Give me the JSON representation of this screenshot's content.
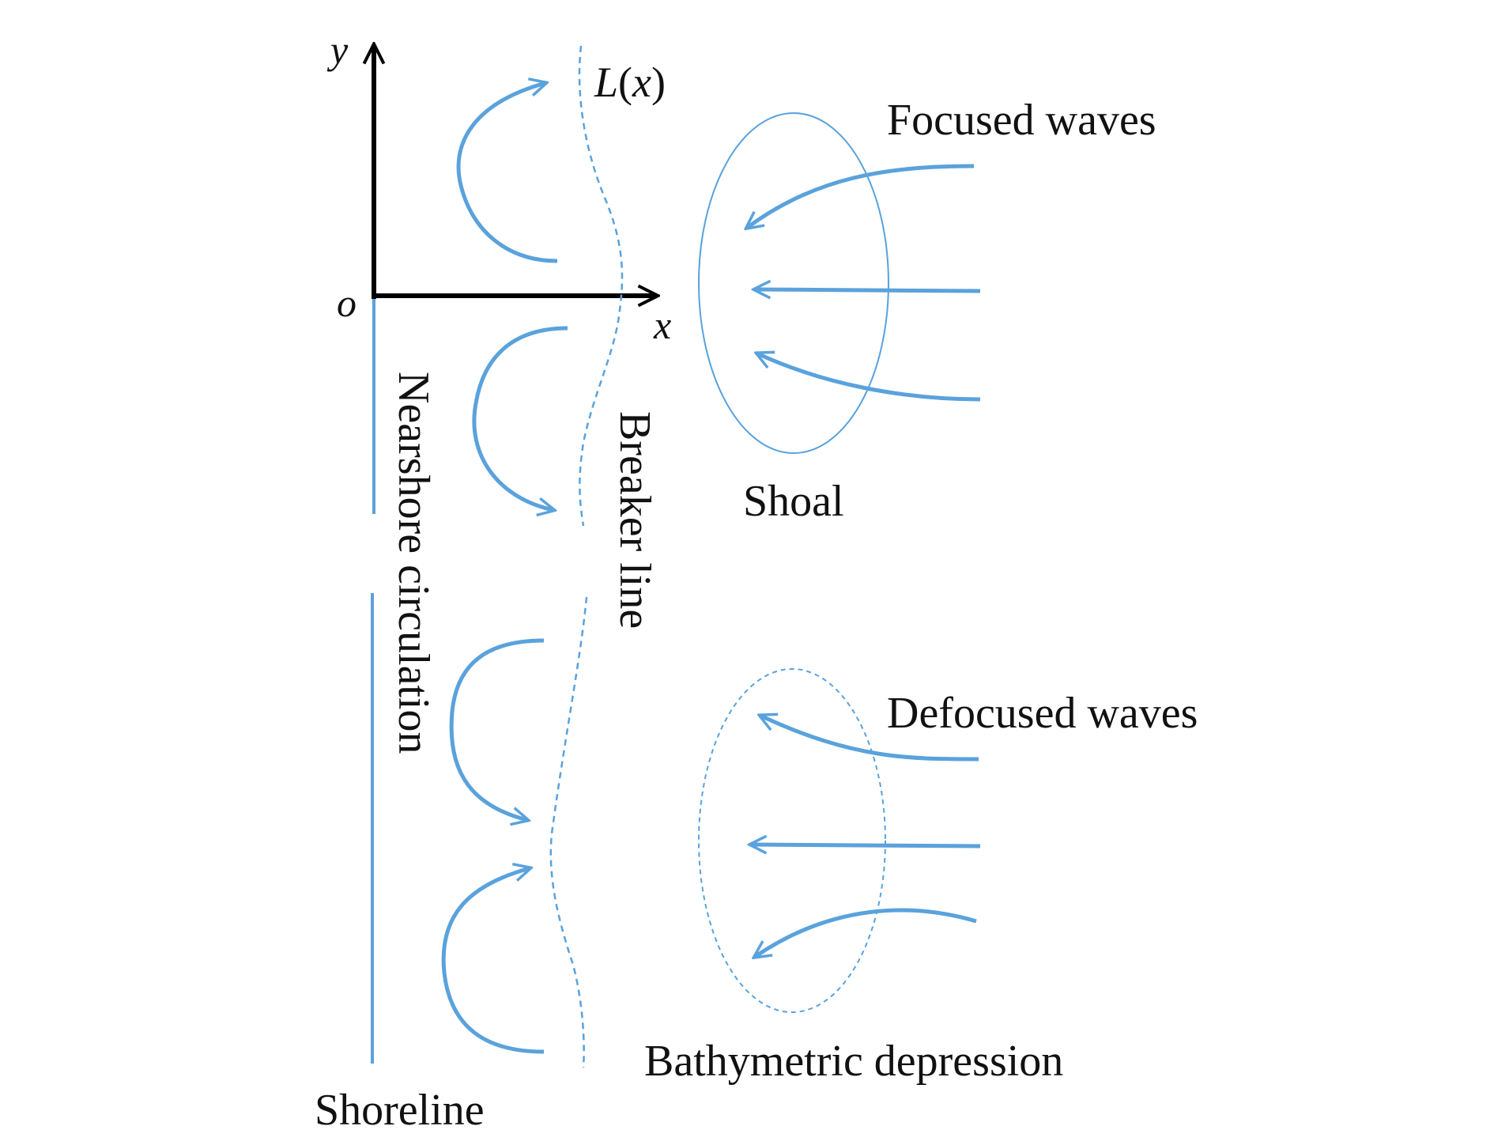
{
  "labels": {
    "y_axis": "y",
    "x_axis": "x",
    "origin": "o",
    "breaker_function_L": "L",
    "breaker_function_open": "(",
    "breaker_function_x": "x",
    "breaker_function_close": ")",
    "focused_waves": "Focused waves",
    "shoal": "Shoal",
    "defocused_waves": "Defocused waves",
    "bathymetric_depression": "Bathymetric depression",
    "shoreline": "Shoreline",
    "nearshore_circulation": "Nearshore circulation",
    "breaker_line": "Breaker line"
  },
  "colors": {
    "flow": "#5aa2dc",
    "axes": "#000000",
    "text": "#111111"
  }
}
